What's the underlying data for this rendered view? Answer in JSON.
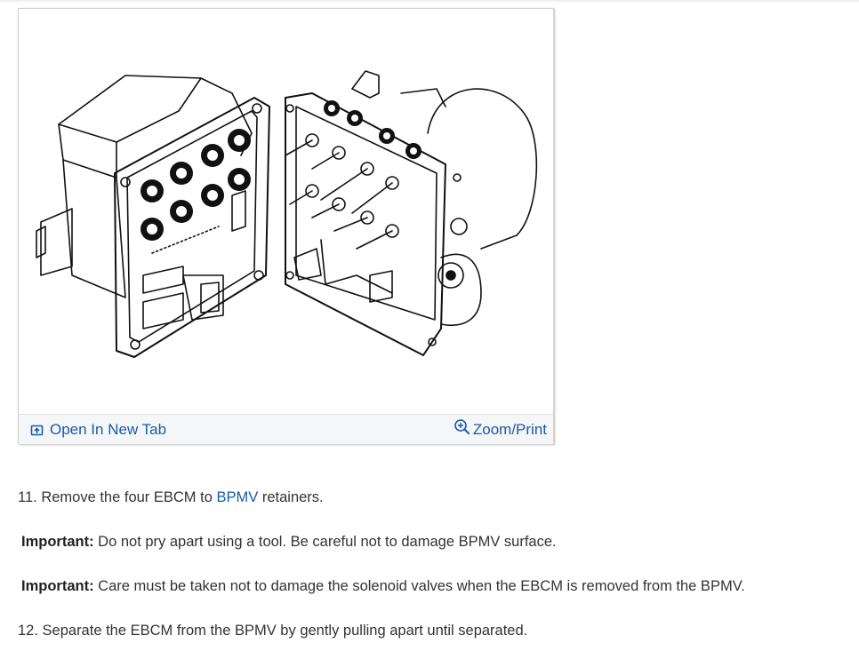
{
  "figure": {
    "image_alt": "EBCM separated from BPMV",
    "open_tab_label": "Open In New Tab",
    "zoom_label": "Zoom/Print"
  },
  "steps": {
    "step11": {
      "number": "11.",
      "before": "Remove the four EBCM to",
      "link": "BPMV",
      "after": "retainers."
    },
    "important1": {
      "label": "Important:",
      "text": "Do not pry apart using a tool. Be careful not to damage BPMV surface."
    },
    "important2": {
      "label": "Important:",
      "text": "Care must be taken not to damage the solenoid valves when the EBCM is removed from the BPMV."
    },
    "step12": {
      "number": "12.",
      "text": "Separate the EBCM from the BPMV by gently pulling apart until separated."
    }
  },
  "colors": {
    "link": "#1a5aa8",
    "text": "#333333",
    "bar": "#f5f6f8"
  }
}
